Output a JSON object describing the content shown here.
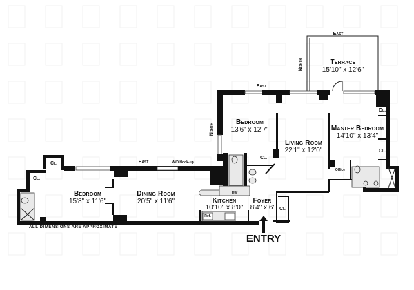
{
  "plan": {
    "note": "ALL DIMENSIONS ARE APPROXIMATE",
    "entry_label": "ENTRY",
    "compass": {
      "east_terrace": "East",
      "north_terrace": "North",
      "east_bedroom": "East",
      "north_bedroom": "North",
      "east_dining": "East"
    },
    "rooms": {
      "terrace": {
        "name": "Terrace",
        "dims": "15'10\" x 12'6\""
      },
      "bedroom_north": {
        "name": "Bedroom",
        "dims": "13'6\" x 12'7\""
      },
      "living_room": {
        "name": "Living Room",
        "dims": "22'1\" x 12'0\""
      },
      "master_bedroom": {
        "name": "Master Bedroom",
        "dims": "14'10\" x 13'4\""
      },
      "bedroom_west": {
        "name": "Bedroom",
        "dims": "15'8\" x 11'6\""
      },
      "dining_room": {
        "name": "Dining Room",
        "dims": "20'5\" x 11'6\""
      },
      "kitchen": {
        "name": "Kitchen",
        "dims": "10'10\" x 8'0\""
      },
      "foyer": {
        "name": "Foyer",
        "dims": "8'4\" x 6'"
      }
    },
    "small_labels": {
      "closet_west_upper": "Cl.",
      "closet_west_lower": "Cl.",
      "closet_bedroom": "Cl.",
      "closet_master_upper": "Cl.",
      "closet_master_lower": "Cl.",
      "closet_foyer": "Cl.",
      "office": "Office",
      "wd_hookup": "W/D Hook-up",
      "dishwasher": "DW",
      "refrigerator": "Ref."
    }
  }
}
